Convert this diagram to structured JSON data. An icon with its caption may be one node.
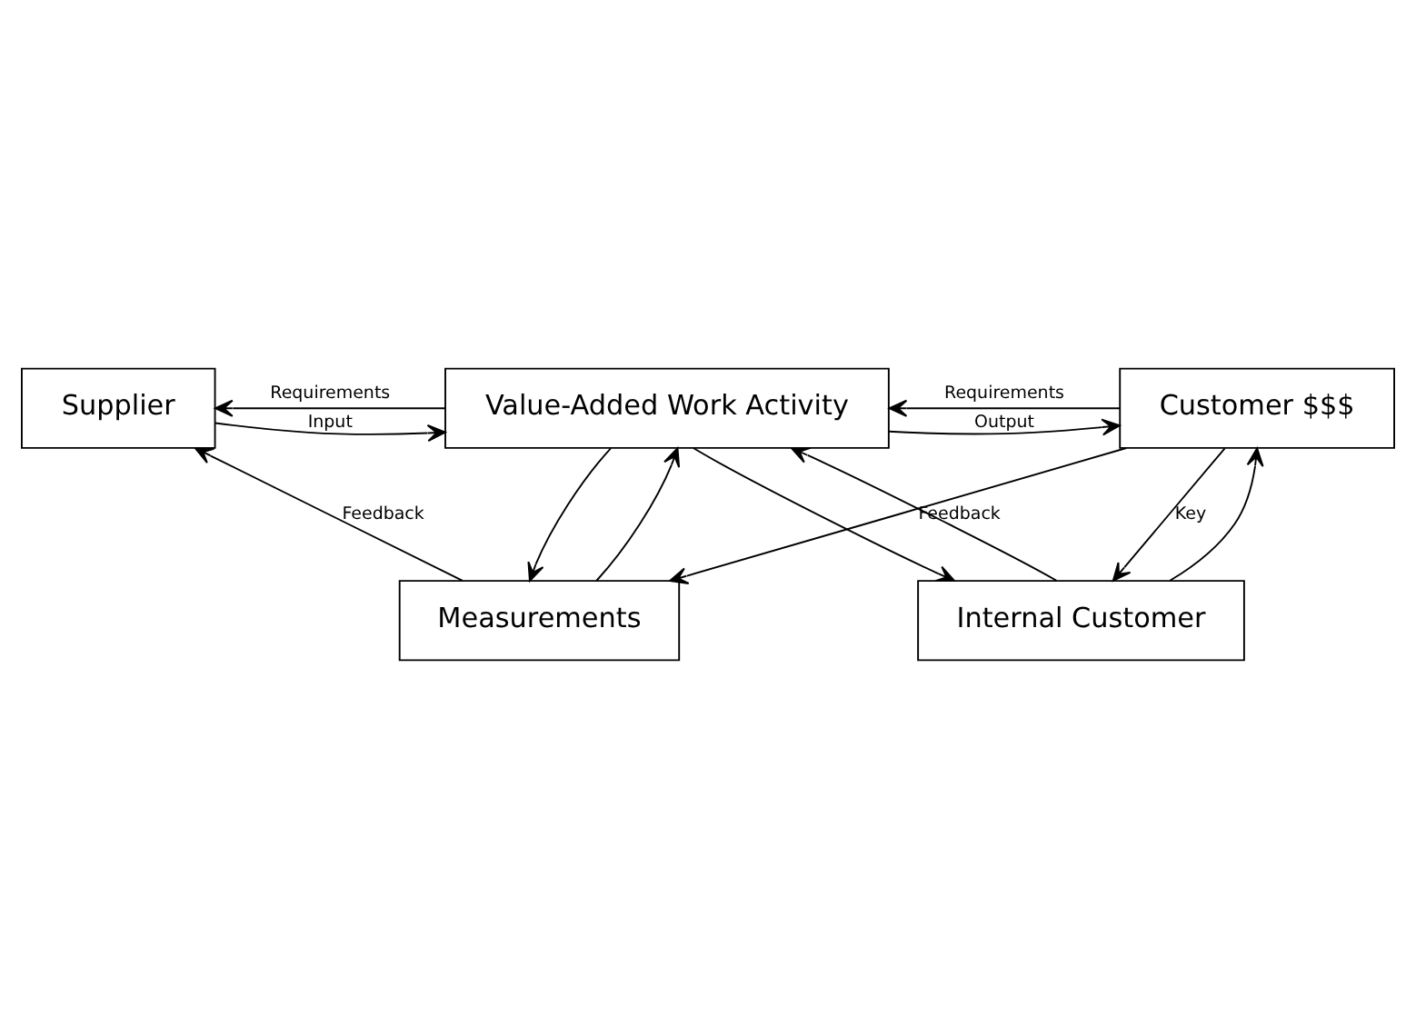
{
  "diagram": {
    "nodes": [
      {
        "text": [
          "Supplier"
        ]
      },
      {
        "text": [
          "Value-Added Work Activity"
        ]
      },
      {
        "text": [
          "Customer $$$"
        ]
      },
      {
        "text": [
          "Internal Customer"
        ]
      },
      {
        "text": [
          "Measurements"
        ]
      }
    ],
    "edges": [
      {
        "from": 1,
        "to": 0,
        "arrow": "to",
        "label": "Requirements"
      },
      {
        "from": 0,
        "to": 1,
        "arrow": "to",
        "label": "Input"
      },
      {
        "from": 2,
        "to": 1,
        "arrow": "to",
        "label": "Requirements"
      },
      {
        "from": 1,
        "to": 2,
        "arrow": "to",
        "label": "Output"
      },
      {
        "from": 2,
        "to": 3,
        "arrow": "to",
        "label": "Key"
      },
      {
        "from": 3,
        "to": 2,
        "arrow": "to"
      },
      {
        "from": 3,
        "to": 1,
        "arrow": "to"
      },
      {
        "from": 1,
        "to": 3,
        "arrow": "to"
      },
      {
        "from": 4,
        "to": 1,
        "arrow": "to"
      },
      {
        "from": 1,
        "to": 4,
        "arrow": "to"
      },
      {
        "from": 4,
        "to": 0,
        "arrow": "to",
        "label": "Feedback"
      },
      {
        "from": 2,
        "to": 4,
        "arrow": "to",
        "label": "Feedback"
      }
    ]
  }
}
